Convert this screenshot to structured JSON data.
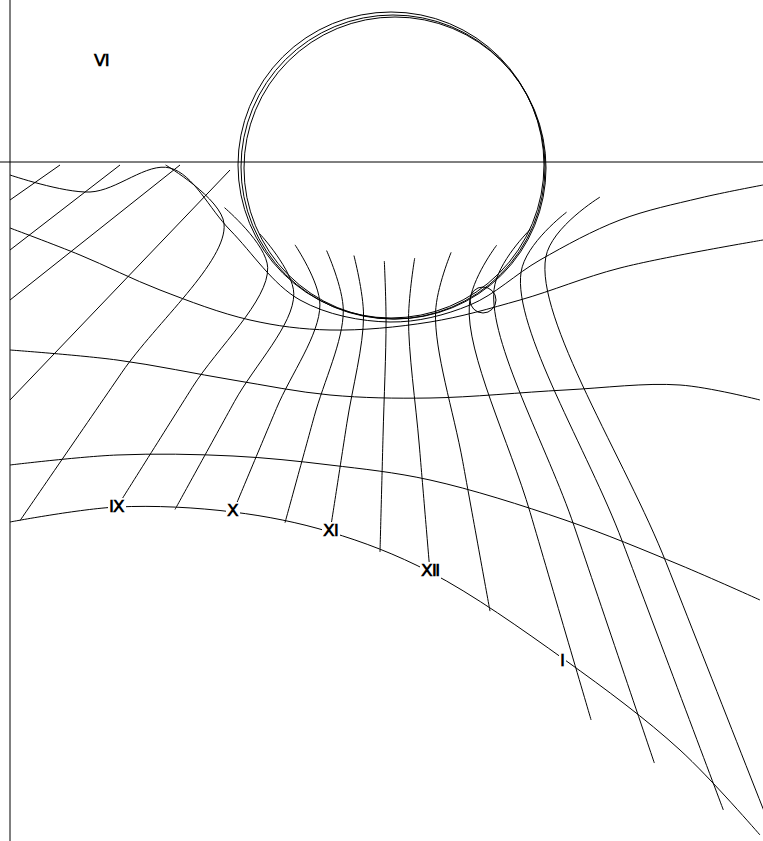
{
  "diagram": {
    "labels": [
      "Ⅵ",
      "Ⅸ",
      "Ⅹ",
      "Ⅺ",
      "Ⅻ",
      "Ⅰ"
    ]
  }
}
